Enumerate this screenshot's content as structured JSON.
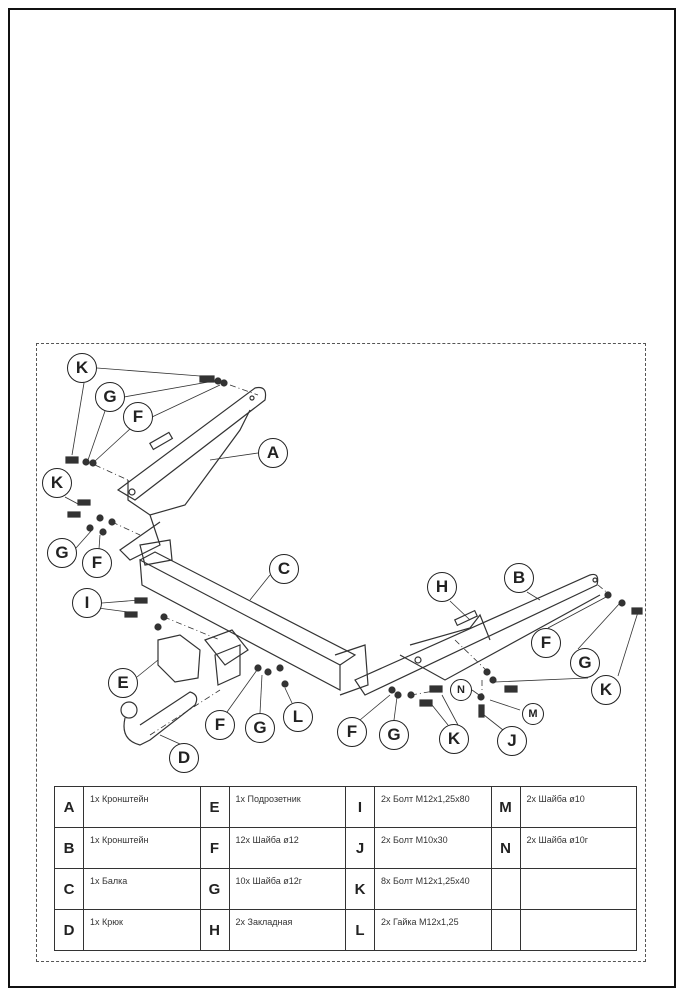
{
  "callouts": [
    "K",
    "G",
    "F",
    "A",
    "K",
    "G",
    "F",
    "C",
    "I",
    "H",
    "B",
    "F",
    "E",
    "G",
    "K",
    "N",
    "M",
    "J",
    "F",
    "G",
    "L",
    "D",
    "F",
    "G",
    "K"
  ],
  "parts": [
    [
      {
        "letter": "A",
        "desc": "1x Кронштейн"
      },
      {
        "letter": "E",
        "desc": "1x Подрозетник"
      },
      {
        "letter": "I",
        "desc": "2x Болт M12x1,25x80"
      },
      {
        "letter": "M",
        "desc": "2x Шайба ø10"
      }
    ],
    [
      {
        "letter": "B",
        "desc": "1x Кронштейн"
      },
      {
        "letter": "F",
        "desc": "12x Шайба ø12"
      },
      {
        "letter": "J",
        "desc": "2x Болт M10x30"
      },
      {
        "letter": "N",
        "desc": "2x Шайба ø10г"
      }
    ],
    [
      {
        "letter": "C",
        "desc": "1x Балка"
      },
      {
        "letter": "G",
        "desc": "10x Шайба ø12г"
      },
      {
        "letter": "K",
        "desc": "8x Болт M12x1,25x40"
      },
      {
        "letter": "",
        "desc": ""
      }
    ],
    [
      {
        "letter": "D",
        "desc": "1x Крюк"
      },
      {
        "letter": "H",
        "desc": "2x Закладная"
      },
      {
        "letter": "L",
        "desc": "2x Гайка M12x1,25"
      },
      {
        "letter": "",
        "desc": ""
      }
    ]
  ]
}
